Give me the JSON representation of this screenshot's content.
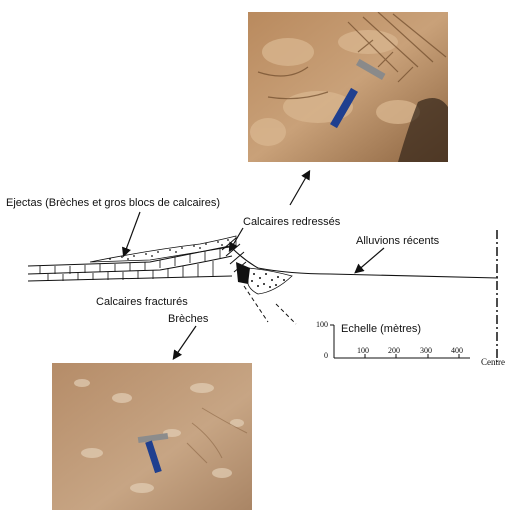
{
  "labels": {
    "ejectas": "Ejectas (Brèches et  gros blocs de calcaires)",
    "calcaires_redresses": "Calcaires redressés",
    "alluvions": "Alluvions récents",
    "calcaires_fractures": "Calcaires fracturés",
    "breches": "Brèches"
  },
  "scale": {
    "title": "Echelle (mètres)",
    "vertical_value": "100",
    "zero": "0",
    "ticks": [
      "100",
      "200",
      "300",
      "400"
    ]
  },
  "centre_label": "Centre",
  "colors": {
    "ink": "#111111",
    "rock_light": "#c49a6c",
    "rock_dark": "#7a5232",
    "ground_bottom": "#a98565"
  }
}
